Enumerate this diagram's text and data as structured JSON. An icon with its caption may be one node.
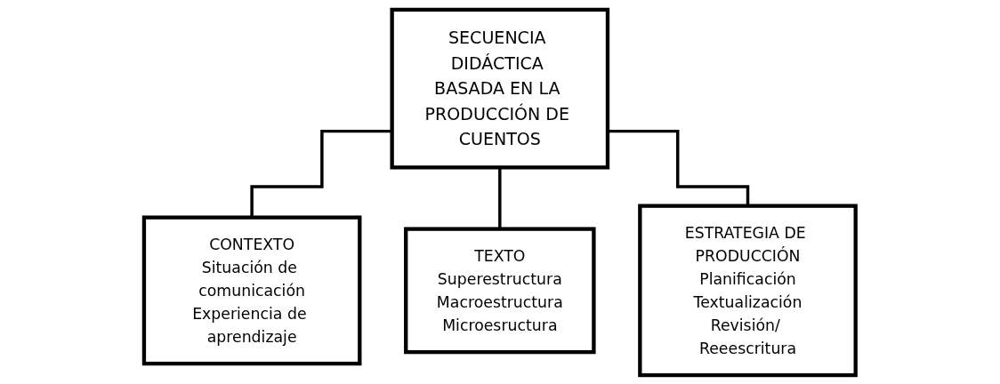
{
  "diagram": {
    "nodes": [
      {
        "text": [
          "SECUENCIA DIDÁCTICA BASADA EN LA PRODUCCIÓN DE CUENTOS"
        ]
      },
      {
        "text": [
          "CONTEXTO",
          "Situación de comunicación",
          "Experiencia de aprendizaje"
        ]
      },
      {
        "text": [
          "TEXTO",
          "Superestructura",
          "Macroestructura",
          "Microesructura"
        ]
      },
      {
        "text": [
          "ESTRATEGIA DE PRODUCCIÓN",
          "Planificación",
          "Textualización",
          "Revisión/ Reeescritura"
        ]
      }
    ],
    "edges": [
      {
        "from": 0,
        "to": 1,
        "arrow": "none"
      },
      {
        "from": 0,
        "to": 2,
        "arrow": "none"
      },
      {
        "from": 0,
        "to": 3,
        "arrow": "none"
      }
    ]
  }
}
